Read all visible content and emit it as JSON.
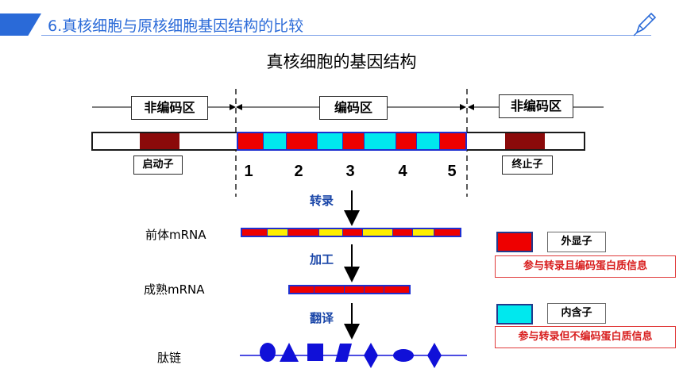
{
  "header": {
    "title": "6.真核细胞与原核细胞基因结构的比较"
  },
  "diagram": {
    "title": "真核细胞的基因结构",
    "regions": {
      "left": "非编码区",
      "middle": "编码区",
      "right": "非编码区"
    },
    "promoter_label": "启动子",
    "terminator_label": "终止子",
    "exon_numbers": [
      "1",
      "2",
      "3",
      "4",
      "5"
    ],
    "steps": {
      "transcription": "转录",
      "processing": "加工",
      "translation": "翻译"
    },
    "rows": {
      "pre_mrna": "前体mRNA",
      "mature_mrna": "成熟mRNA",
      "peptide": "肽链"
    }
  },
  "legend": {
    "exon": {
      "name": "外显子",
      "description": "参与转录且编码蛋白质信息"
    },
    "intron": {
      "name": "内含子",
      "description": "参与转录但不编码蛋白质信息"
    }
  },
  "colors": {
    "exon": "#ee0000",
    "intron": "#00e8ee",
    "regulatory": "#8b0a0a",
    "pre_mrna_intron": "#ffee00",
    "border": "#1e2fd0",
    "header_bar": "#2a6ad8",
    "peptide": "#1010d8"
  },
  "icons": {
    "header_accent": "pencil-icon"
  }
}
